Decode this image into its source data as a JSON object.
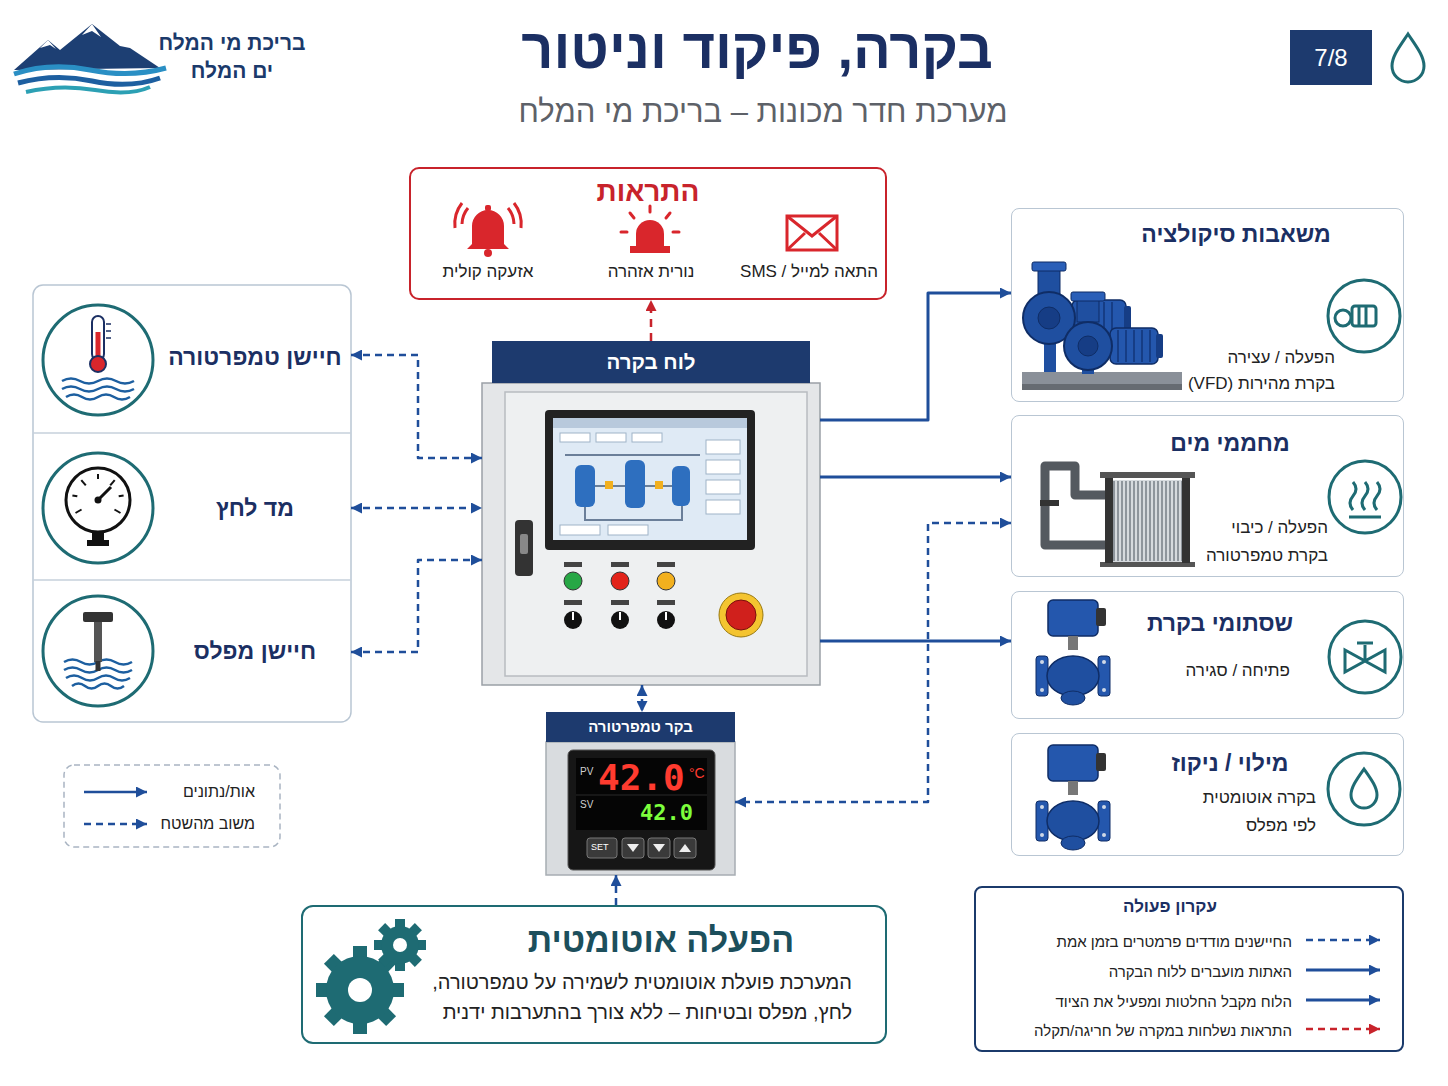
{
  "diagram": {
    "title": "בקרה, פיקוד וניטור",
    "nodes": [
      {
        "text": [
          "7/8"
        ]
      },
      {
        "text": [
          "התראות",
          "אזעקה קולית",
          "נורית אזהרה",
          "התאה למייל / SMS"
        ]
      },
      {
        "text": [
          "לוח בקרה"
        ]
      },
      {
        "text": [
          "חיישן טמפרטורה"
        ]
      },
      {
        "text": [
          "מד לחץ"
        ]
      },
      {
        "text": [
          "חיישן מפלס"
        ]
      },
      {
        "text": [
          "משאבות סיקולציה",
          "הפעלה / עצירה בקרת מהירות (VFD)"
        ]
      },
      {
        "text": [
          "מחממי מים",
          "הפעלה / כיבוי בקרת טמפרטורה"
        ]
      },
      {
        "text": [
          "שסתומי בקרת",
          "פתיחה / סגירה"
        ]
      },
      {
        "text": [
          "מילוי / ניקוז",
          "בקרה אוטומטית לפי מפלס"
        ]
      },
      {
        "text": [
          "בקר טמפרטורה"
        ]
      },
      {
        "text": [
          "הפעלה אוטומטית",
          "המערכת פועלת אוטומטית לשמירה על טמפרטורה, לחץ, מפלס ובטיחות – ללא צורך בהתערבות ידנית"
        ]
      },
      {
        "text": [
          "עקרון פעולה",
          "החיישנים מודדים פרמטרים בזמן אמת",
          "האתות מועברים ללוח הבקרה",
          "הלוח מקבל החלטות ומפעיל את הציוד",
          "התראות נשלחות במקרה של חריגה/תקלה"
        ]
      }
    ],
    "edges": [
      {
        "from": 2,
        "to": 1,
        "arrow": "to"
      },
      {
        "from": 3,
        "to": 2,
        "arrow": "both"
      },
      {
        "from": 4,
        "to": 2,
        "arrow": "both"
      },
      {
        "from": 5,
        "to": 2,
        "arrow": "both"
      },
      {
        "from": 2,
        "to": 6,
        "arrow": "to"
      },
      {
        "from": 2,
        "to": 7,
        "arrow": "to"
      },
      {
        "from": 2,
        "to": 8,
        "arrow": "to"
      },
      {
        "from": 2,
        "to": 10,
        "arrow": "both"
      },
      {
        "from": 7,
        "to": 10,
        "arrow": "both"
      },
      {
        "from": 11,
        "to": 10,
        "arrow": "to"
      }
    ],
    "labels": [
      "בריכת מי המלח",
      "ים המלח",
      "מערכת חדר מכונות – בריכת מי המלח",
      "PV",
      "42.0",
      "°C",
      "SV",
      "42.0",
      "SET"
    ],
    "legend": [
      {
        "text": "אות/נתונים"
      },
      {
        "text": "משוב מהשטח"
      }
    ]
  }
}
